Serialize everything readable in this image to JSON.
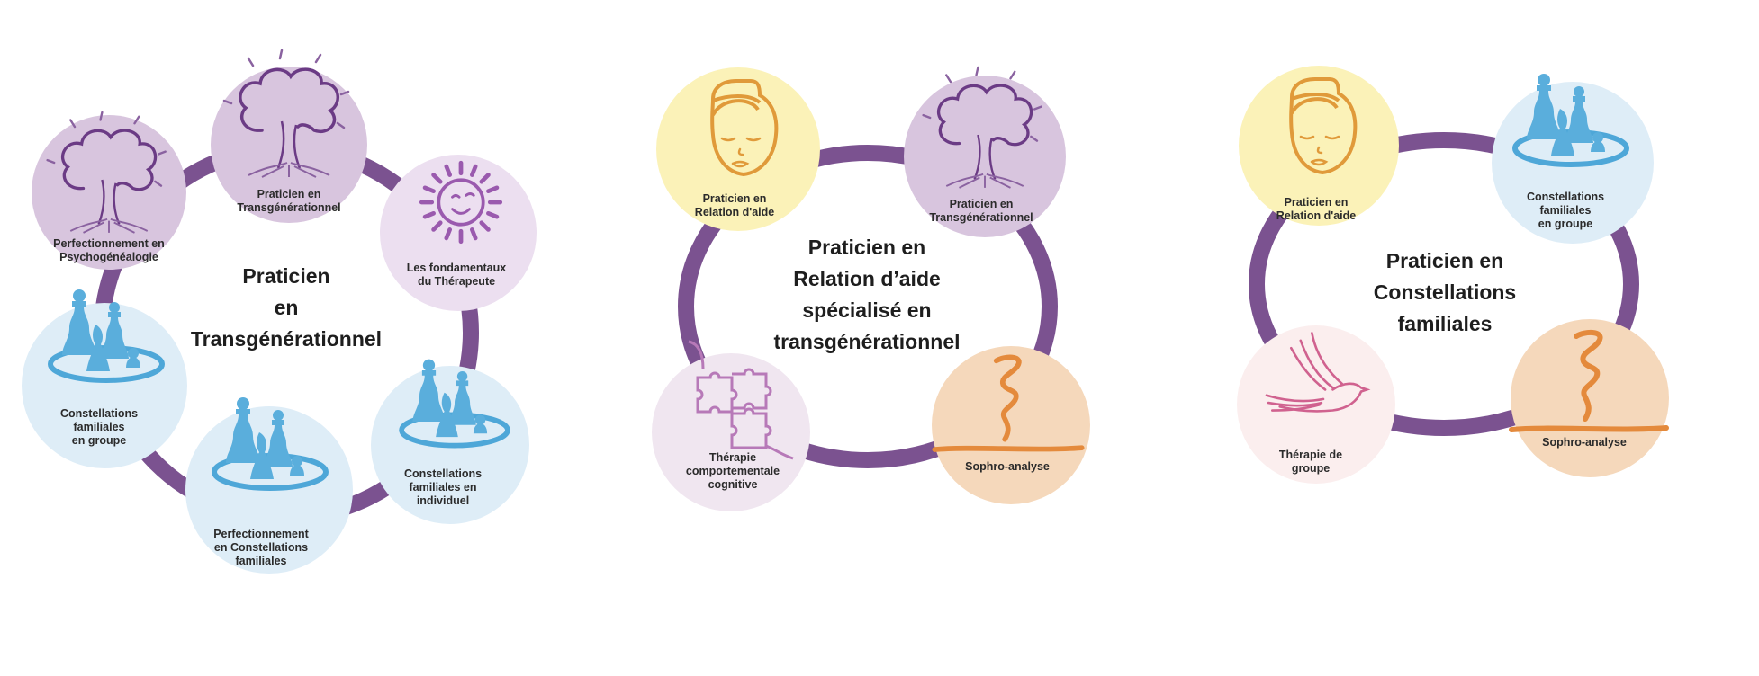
{
  "colors": {
    "ring": "#7b5290",
    "tree_circle": "#d8c5de",
    "sun_circle": "#ecdff0",
    "chess_circle": "#deedf7",
    "face_circle": "#fbf2b8",
    "sophro_circle": "#f5d8bb",
    "puzzle_circle": "#f0e6f0",
    "dove_circle": "#fbeeee"
  },
  "diagrams": [
    {
      "title": "Praticien\nen\nTransgénérationnel",
      "nodes": [
        {
          "label": "Perfectionnement en\nPsychogénéalogie",
          "icon": "tree-icon"
        },
        {
          "label": "Praticien en\nTransgénérationnel",
          "icon": "tree-icon"
        },
        {
          "label": "Les fondamentaux\ndu Thérapeute",
          "icon": "sun-icon"
        },
        {
          "label": "Constellations\nfamiliales en\nindividuel",
          "icon": "chess-icon"
        },
        {
          "label": "Perfectionnement\nen Constellations\nfamiliales",
          "icon": "chess-icon"
        },
        {
          "label": "Constellations\nfamiliales\nen groupe",
          "icon": "chess-icon"
        }
      ]
    },
    {
      "title": "Praticien en\nRelation d’aide\nspécialisé en\ntransgénérationnel",
      "nodes": [
        {
          "label": "Praticien en\nRelation d'aide",
          "icon": "face-icon"
        },
        {
          "label": "Praticien en\nTransgénérationnel",
          "icon": "tree-icon"
        },
        {
          "label": "Sophro-analyse",
          "icon": "squiggle-icon"
        },
        {
          "label": "Thérapie\ncomportementale\ncognitive",
          "icon": "puzzle-icon"
        }
      ]
    },
    {
      "title": "Praticien en\nConstellations\nfamiliales",
      "nodes": [
        {
          "label": "Praticien en\nRelation d'aide",
          "icon": "face-icon"
        },
        {
          "label": "Constellations\nfamiliales\nen groupe",
          "icon": "chess-icon"
        },
        {
          "label": "Sophro-analyse",
          "icon": "squiggle-icon"
        },
        {
          "label": "Thérapie de\ngroupe",
          "icon": "dove-icon"
        }
      ]
    }
  ]
}
